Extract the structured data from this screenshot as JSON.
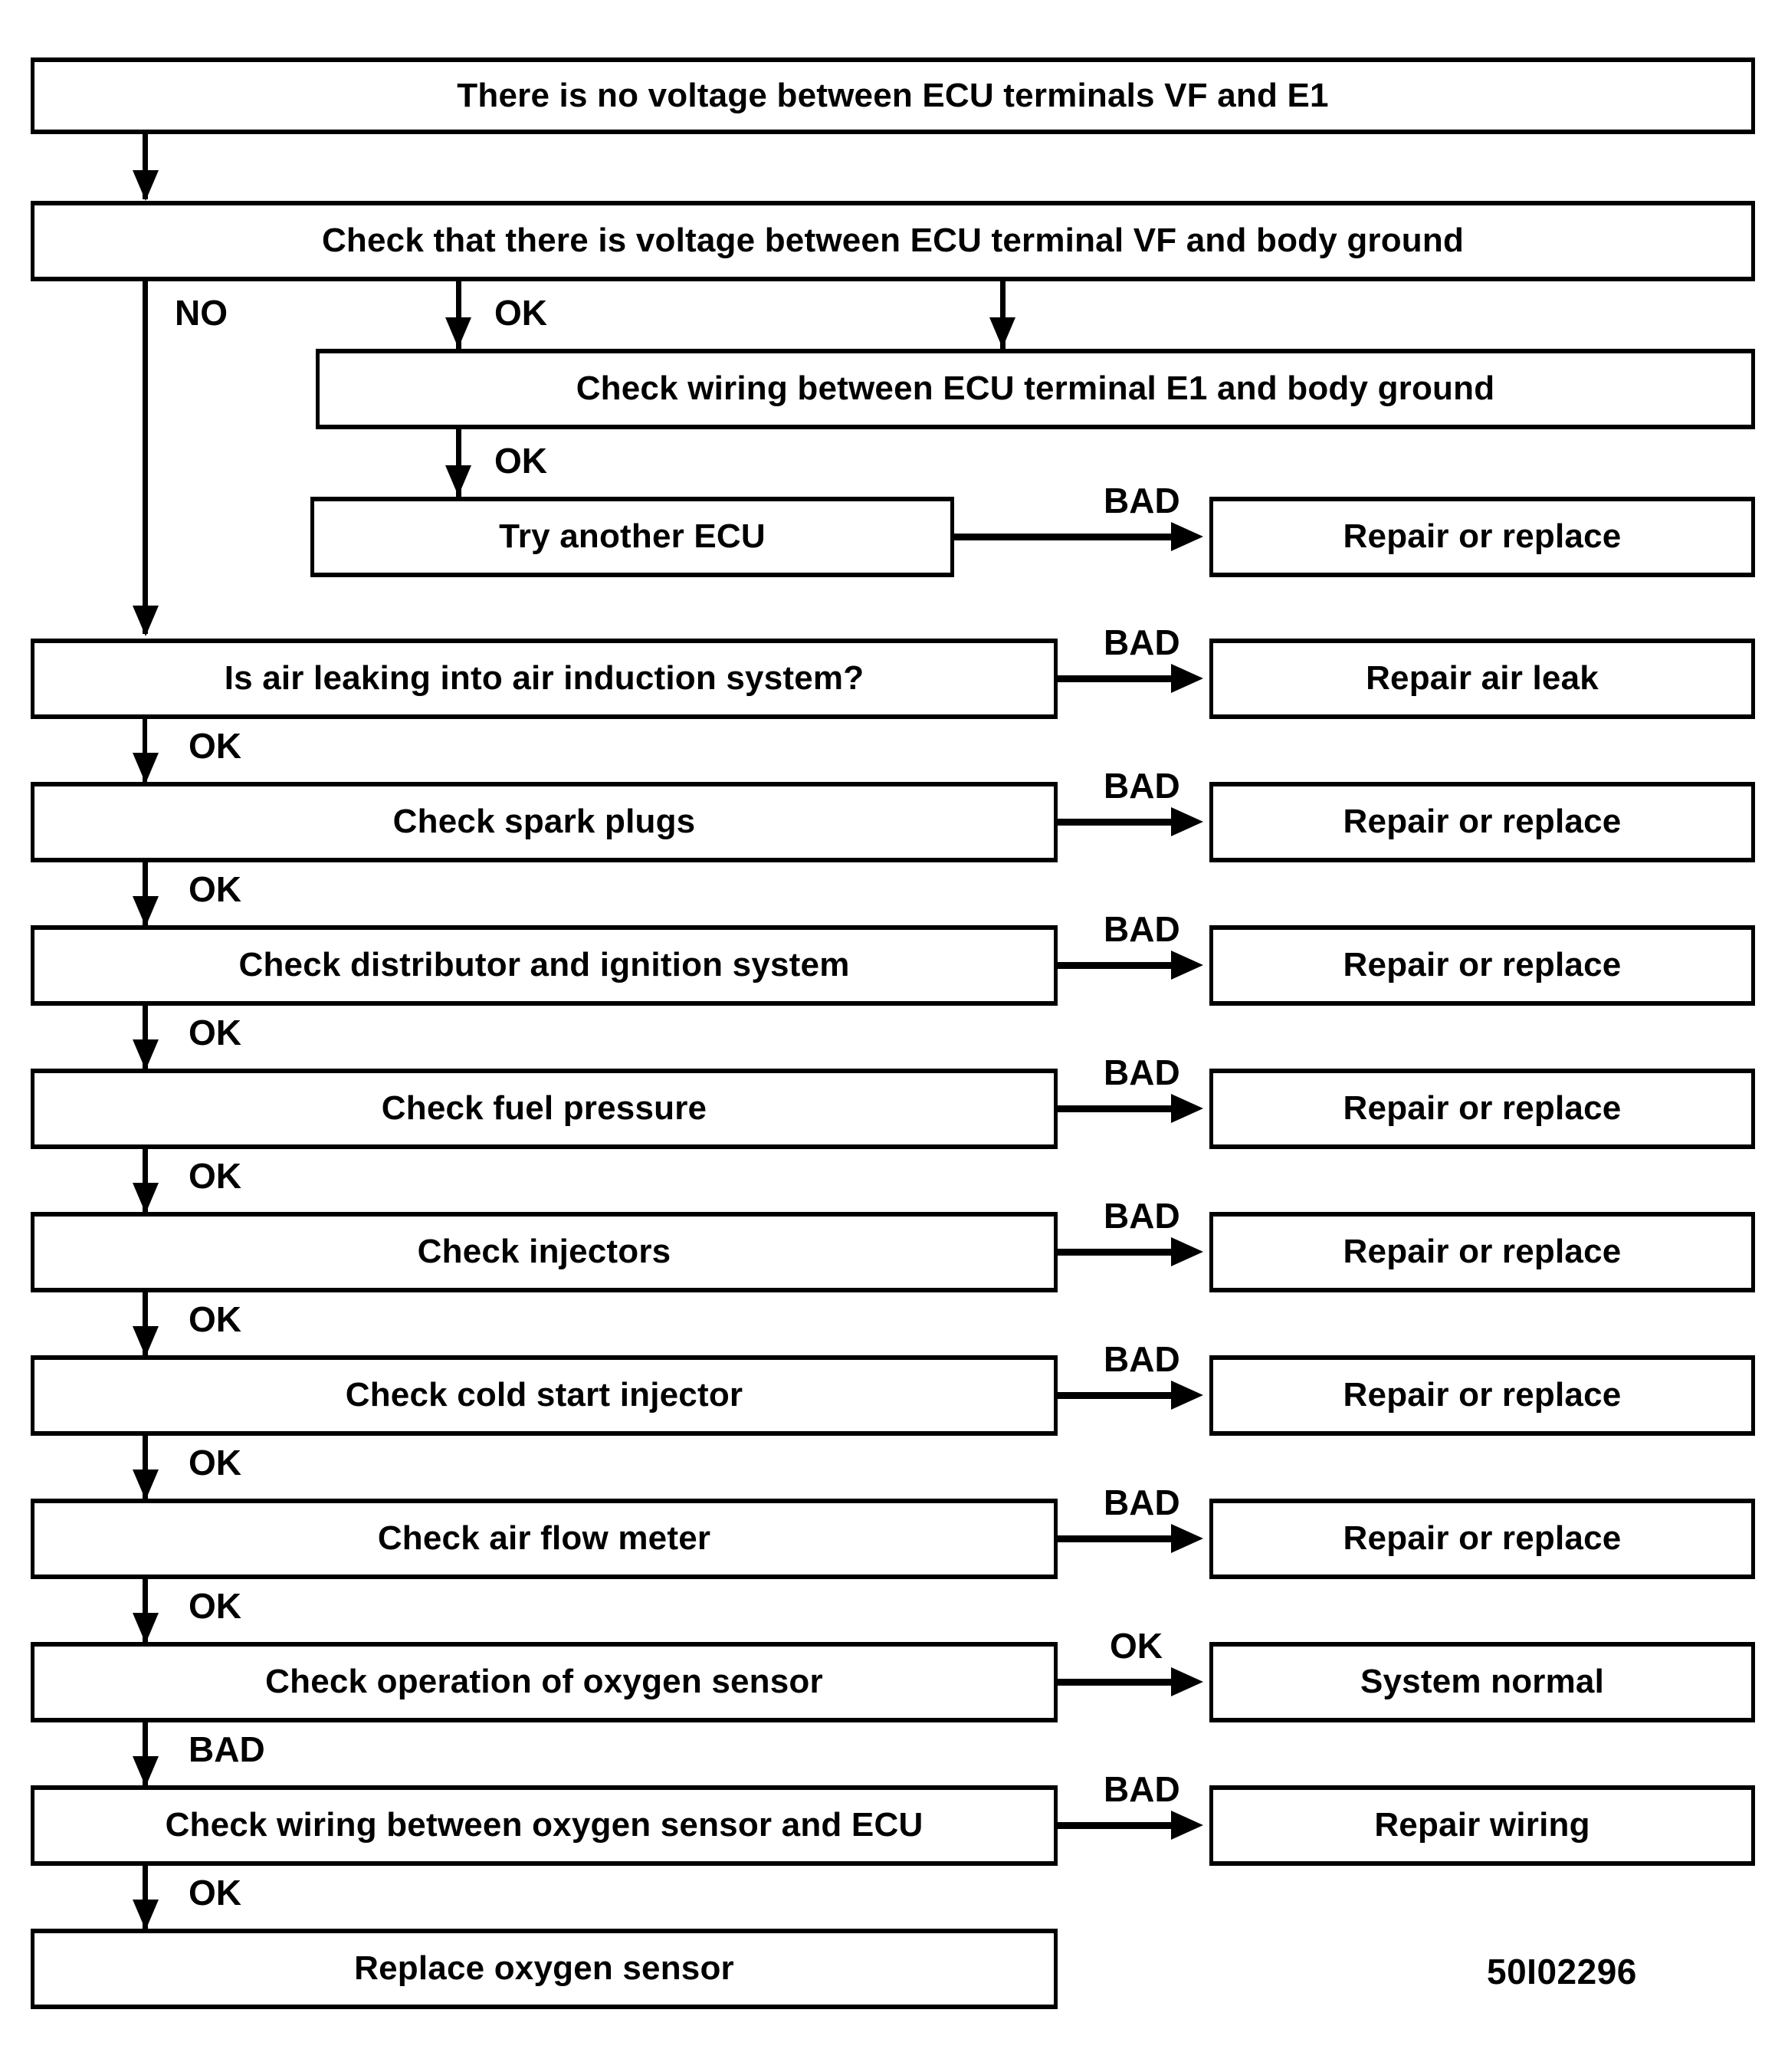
{
  "figure": {
    "id_label": "50I02296",
    "title": "Oxygen sensor / VF terminal voltage troubleshooting flowchart"
  },
  "nodes": {
    "start": "There is no voltage between ECU terminals VF and E1",
    "check_vf_body_ground": "Check that there is voltage between ECU terminal VF and body ground",
    "check_e1_wiring": "Check wiring between ECU terminal E1 and body ground",
    "try_another_ecu": "Try another ECU",
    "repair_or_replace_1": "Repair or replace",
    "air_leak_question": "Is air leaking into air induction system?",
    "repair_air_leak": "Repair air leak",
    "check_spark_plugs": "Check spark plugs",
    "repair_or_replace_2": "Repair or replace",
    "check_distributor": "Check distributor and ignition system",
    "repair_or_replace_3": "Repair or replace",
    "check_fuel_pressure": "Check fuel pressure",
    "repair_or_replace_4": "Repair or replace",
    "check_injectors": "Check injectors",
    "repair_or_replace_5": "Repair or replace",
    "check_cold_start_injector": "Check cold start injector",
    "repair_or_replace_6": "Repair or replace",
    "check_air_flow_meter": "Check air flow meter",
    "repair_or_replace_7": "Repair or replace",
    "check_oxygen_sensor": "Check operation of oxygen sensor",
    "system_normal": "System normal",
    "check_o2_wiring": "Check wiring between oxygen sensor and ECU",
    "repair_wiring": "Repair wiring",
    "replace_oxygen_sensor": "Replace oxygen sensor"
  },
  "edge_labels": {
    "no": "NO",
    "ok_1": "OK",
    "ok_2": "OK",
    "bad_ecu": "BAD",
    "bad_air_leak": "BAD",
    "ok_after_air_leak": "OK",
    "bad_spark_plugs": "BAD",
    "ok_after_spark_plugs": "OK",
    "bad_distributor": "BAD",
    "ok_after_distributor": "OK",
    "bad_fuel_pressure": "BAD",
    "ok_after_fuel_pressure": "OK",
    "bad_injectors": "BAD",
    "ok_after_injectors": "OK",
    "bad_cold_start": "BAD",
    "ok_after_cold_start": "OK",
    "bad_air_flow": "BAD",
    "ok_after_air_flow": "OK",
    "ok_oxygen_sensor": "OK",
    "bad_oxygen_sensor": "BAD",
    "bad_o2_wiring": "BAD",
    "ok_after_o2_wiring": "OK"
  },
  "colors": {
    "line": "#000000",
    "background": "#ffffff",
    "text": "#000000"
  }
}
